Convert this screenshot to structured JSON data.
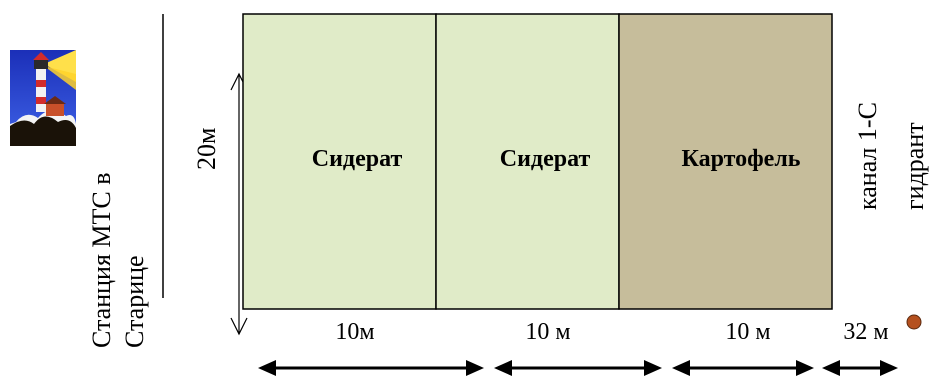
{
  "station_label_line1": "Станция МТС в",
  "station_label_line2": "Старице",
  "height_label": "20м",
  "canal_label": "канал 1-С",
  "hydrant_label": "гидрант",
  "plots": [
    {
      "label": "Сидерат",
      "color": "#e0ebc8"
    },
    {
      "label": "Сидерат",
      "color": "#e0ebc8"
    },
    {
      "label": "Картофель",
      "color": "#c6bd9b"
    }
  ],
  "widths": [
    "10м",
    "10 м",
    "10 м",
    "32 м"
  ],
  "hydrant_color": "#b5501e",
  "icon": "lighthouse-icon"
}
